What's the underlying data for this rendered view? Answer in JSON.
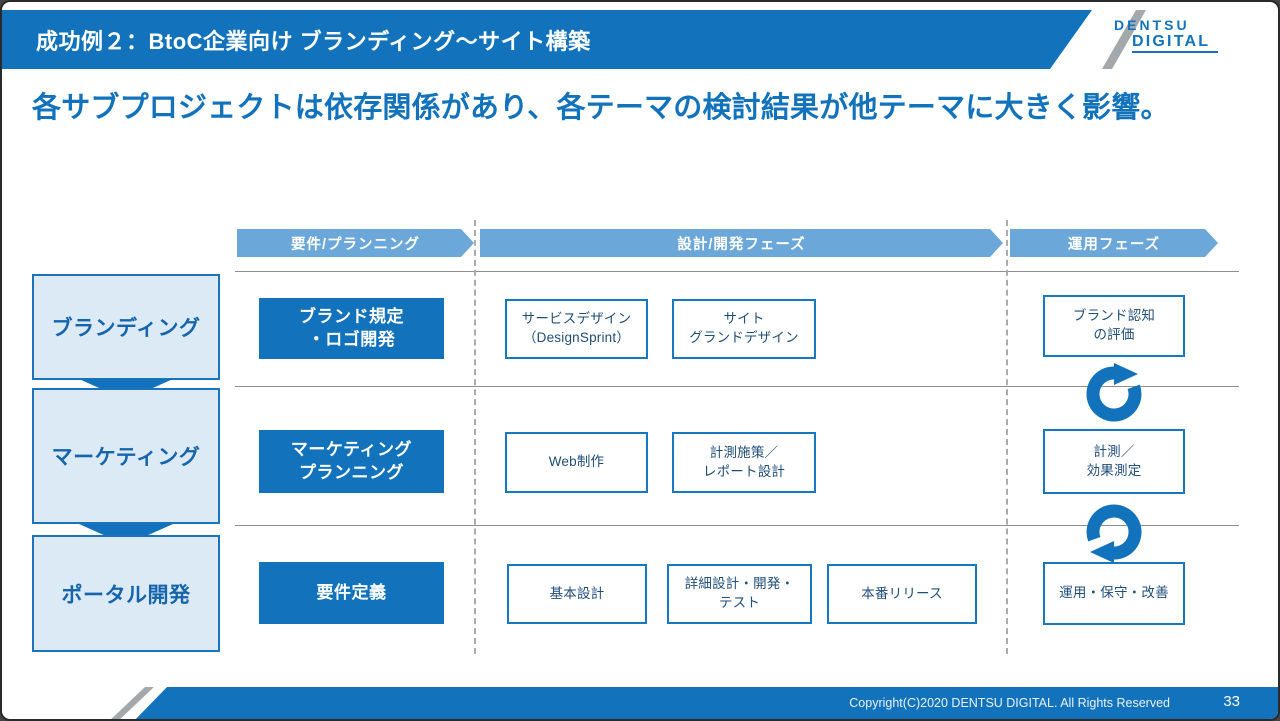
{
  "title_bar": {
    "title": "成功例２：BtoC企業向け ブランディング～サイト構築"
  },
  "logo": {
    "top": "DENTSU",
    "bottom": "DIGITAL"
  },
  "headline": "各サブプロジェクトは依存関係があり、各テーマの検討結果が他テーマに大きく影響。",
  "phase_headers": [
    "要件/プランニング",
    "設計/開発フェーズ",
    "運用フェーズ"
  ],
  "left_labels": [
    "ブランディング",
    "マーケティング",
    "ポータル開発"
  ],
  "plan_boxes": [
    {
      "lines": [
        "ブランド規定",
        "・ロゴ開発"
      ]
    },
    {
      "lines": [
        "マーケティング",
        "プランニング"
      ]
    },
    {
      "lines": [
        "要件定義"
      ]
    }
  ],
  "dev_boxes": {
    "row0": [
      {
        "lines": [
          "サービスデザイン",
          "（DesignSprint）"
        ]
      },
      {
        "lines": [
          "サイト",
          "グランドデザイン"
        ]
      }
    ],
    "row1": [
      {
        "lines": [
          "Web制作"
        ]
      },
      {
        "lines": [
          "計測施策／",
          "レポート設計"
        ]
      }
    ],
    "row2": [
      {
        "lines": [
          "基本設計"
        ]
      },
      {
        "lines": [
          "詳細設計・開発・",
          "テスト"
        ]
      },
      {
        "lines": [
          "本番リリース"
        ]
      }
    ]
  },
  "ops_boxes": [
    {
      "lines": [
        "ブランド認知",
        "の評価"
      ]
    },
    {
      "lines": [
        "計測／",
        "効果測定"
      ]
    },
    {
      "lines": [
        "運用・保守・改善"
      ]
    }
  ],
  "icons": {
    "cycle_top": "circular-arrows-clockwise",
    "cycle_bottom": "circular-arrows-clockwise"
  },
  "colors": {
    "brand_blue": "#1273BC",
    "phase_arrow_blue": "#6BA7D8",
    "theme_fill": "#DCEAF6",
    "task_text": "#1F4E79",
    "stripe_gray": "#A3A8AD"
  },
  "footer": {
    "copyright": "Copyright(C)2020 DENTSU DIGITAL. All Rights Reserved",
    "page": "33"
  }
}
